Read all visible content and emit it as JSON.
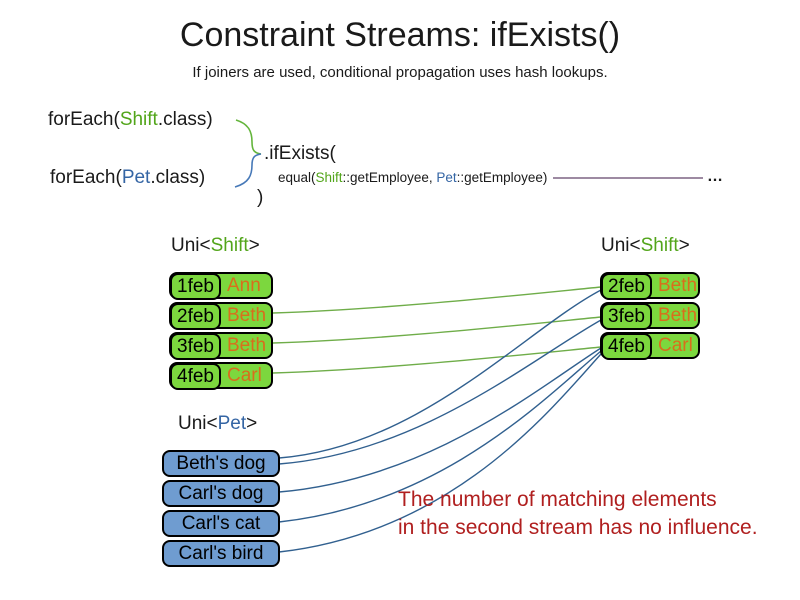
{
  "header": {
    "title": "Constraint Streams: ifExists()",
    "subtitle": "If joiners are used, conditional propagation uses hash lookups."
  },
  "code": {
    "foreach_shift_prefix": "forEach(",
    "foreach_shift_class": "Shift",
    "foreach_shift_suffix": ".class)",
    "foreach_pet_prefix": "forEach(",
    "foreach_pet_class": "Pet",
    "foreach_pet_suffix": ".class)",
    "if_exists": ".ifExists(",
    "equal_prefix": "equal(",
    "equal_shift": "Shift",
    "equal_mid": "::getEmployee, ",
    "equal_pet": "Pet",
    "equal_suffix": "::getEmployee)",
    "ellipsis": "…",
    "close_paren": ")"
  },
  "left_shift_table": {
    "label_prefix": "Uni<",
    "label_type": "Shift",
    "label_suffix": ">",
    "rows": [
      {
        "date": "1feb",
        "name": "Ann"
      },
      {
        "date": "2feb",
        "name": "Beth"
      },
      {
        "date": "3feb",
        "name": "Beth"
      },
      {
        "date": "4feb",
        "name": "Carl"
      }
    ]
  },
  "right_shift_table": {
    "label_prefix": "Uni<",
    "label_type": "Shift",
    "label_suffix": ">",
    "rows": [
      {
        "date": "2feb",
        "name": "Beth"
      },
      {
        "date": "3feb",
        "name": "Beth"
      },
      {
        "date": "4feb",
        "name": "Carl"
      }
    ]
  },
  "pet_table": {
    "label_prefix": "Uni<",
    "label_type": "Pet",
    "label_suffix": ">",
    "rows": [
      "Beth's dog",
      "Carl's dog",
      "Carl's cat",
      "Carl's bird"
    ]
  },
  "note": {
    "line1": "The number of matching elements",
    "line2": "in the second stream has no influence."
  },
  "colors": {
    "shift_green_text": "#52A51A",
    "pet_blue_text": "#3465A4",
    "employee_orange": "#D96E1C",
    "shift_row_green": "#7CD73E",
    "pet_row_blue": "#6F9CD0",
    "green_connector": "#6FAD49",
    "blue_connector": "#31608F",
    "brace_green": "#64B53C",
    "brace_blue": "#4779B8",
    "joiner_line_purple": "#7D6383",
    "note_red": "#B01F1F"
  }
}
